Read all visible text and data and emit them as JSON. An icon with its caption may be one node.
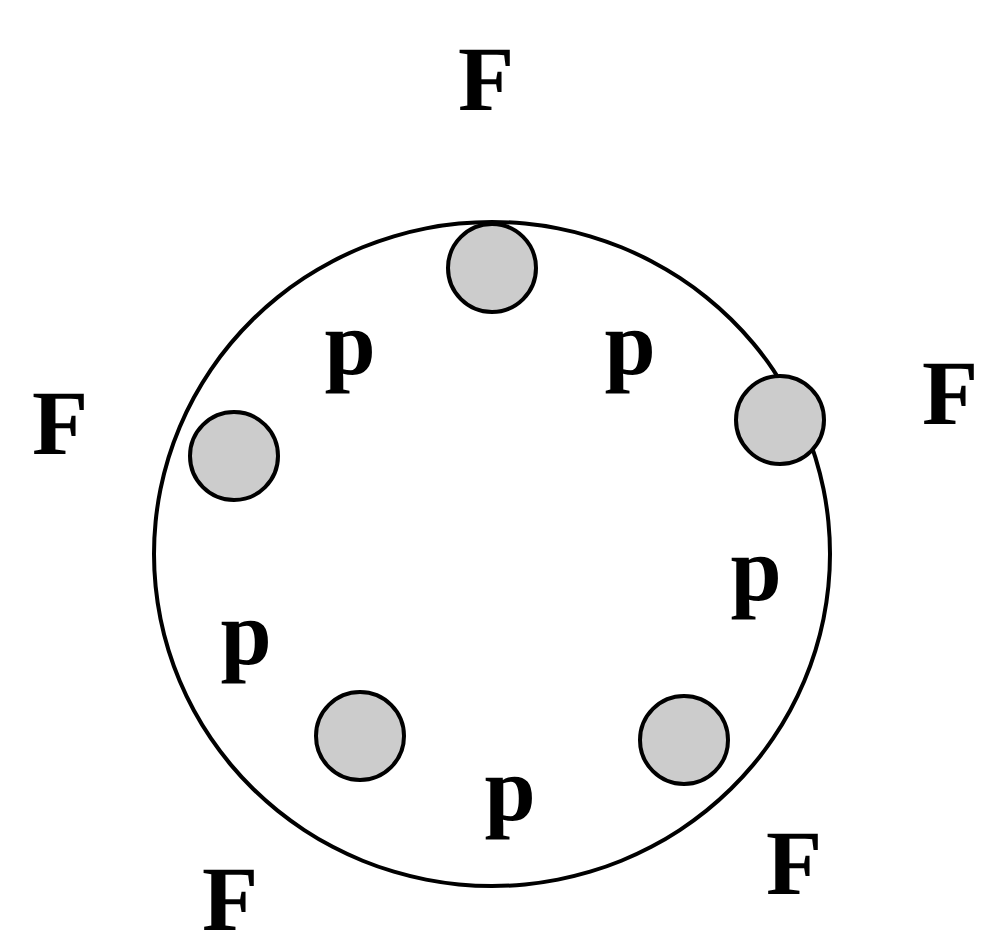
{
  "diagram": {
    "nodes": [
      {
        "text": [],
        "shape": "circle"
      },
      {
        "text": [],
        "shape": "circle",
        "in": 0
      },
      {
        "text": [],
        "shape": "circle",
        "in": 0
      },
      {
        "text": [],
        "shape": "circle",
        "in": 0
      },
      {
        "text": [],
        "shape": "circle",
        "in": 0
      },
      {
        "text": [],
        "shape": "circle",
        "in": 0
      }
    ],
    "labels": [
      "F",
      "p",
      "p",
      "F",
      "F",
      "p",
      "p",
      "p",
      "F",
      "F"
    ]
  }
}
